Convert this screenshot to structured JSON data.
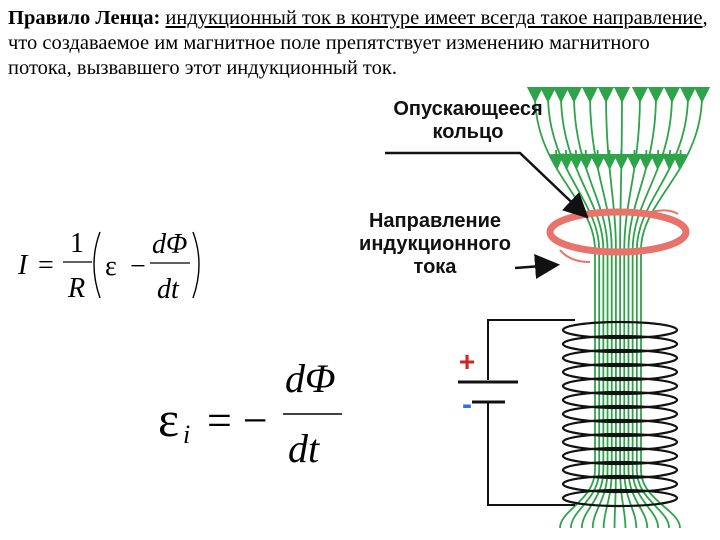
{
  "rule": {
    "title": "Правило Ленца:",
    "text_1": "индукционный ток в контуре имеет всегда такое направление",
    "text_2": ", что создаваемое им магнитное поле препятствует изменению магнитного потока",
    "text_3": ", вызвавшего этот индукционный ток",
    "end": "."
  },
  "labels": {
    "ring_line1": "Опускающееся",
    "ring_line2": "кольцо",
    "current_line1": "Направление",
    "current_line2": "индукционного",
    "current_line3": "тока"
  },
  "formula1": {
    "lhs": "I",
    "eq": "=",
    "num": "1",
    "den": "R",
    "emf": "ε",
    "minus": "−",
    "dnum": "dΦ",
    "dden": "dt"
  },
  "formula2": {
    "emf": "ε",
    "sub": "i",
    "eq": "= −",
    "dnum": "dΦ",
    "dden": "dt"
  },
  "battery": {
    "plus": "+",
    "minus": "-"
  },
  "colors": {
    "field": "#2ea34a",
    "ring": "#e8736a",
    "plus": "#d22222",
    "minus": "#3a6fd8",
    "coil": "#111111"
  }
}
